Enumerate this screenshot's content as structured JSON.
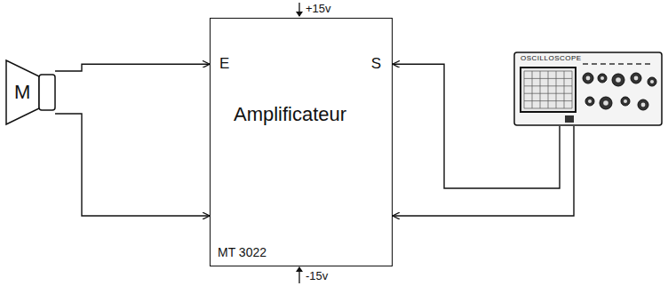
{
  "diagram": {
    "nodes": [
      {
        "text": [
          "M"
        ]
      },
      {
        "text": [
          "E",
          "S",
          "Amplificateur",
          "MT 3022"
        ]
      },
      {
        "text": [
          "OSCILLOSCOPE"
        ]
      }
    ],
    "edges": [
      {
        "from": 0,
        "to": 1,
        "arrow": "to"
      },
      {
        "from": 0,
        "to": 1,
        "arrow": "to"
      },
      {
        "from": 2,
        "to": 1,
        "arrow": "to"
      },
      {
        "from": 2,
        "to": 1,
        "arrow": "to"
      }
    ],
    "labels": [
      "+15v",
      "-15v"
    ]
  }
}
